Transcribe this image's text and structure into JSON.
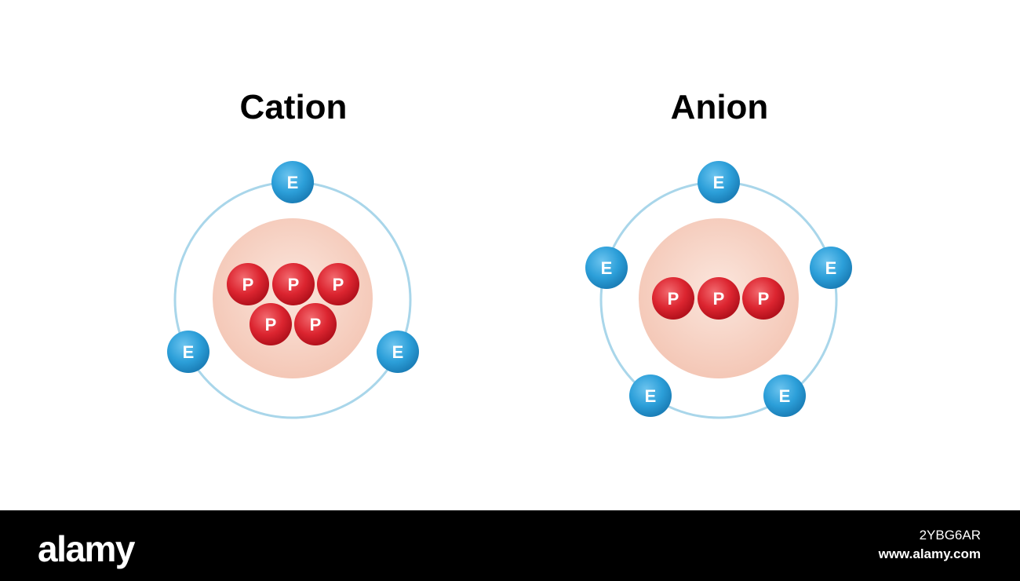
{
  "diagrams": [
    {
      "title": "Cation",
      "proton_label": "P",
      "electron_label": "E",
      "proton_count": 5,
      "electron_count": 3
    },
    {
      "title": "Anion",
      "proton_label": "P",
      "electron_label": "E",
      "proton_count": 3,
      "electron_count": 5
    }
  ],
  "colors": {
    "orbit": "#a9d6ea",
    "nucleus": "#f7d2c4",
    "proton": "#d8202c",
    "electron": "#2a9fd8",
    "label": "#ffffff",
    "footer": "#000000"
  },
  "footer": {
    "brand": "alamy",
    "image_id": "2YBG6AR",
    "site_url": "www.alamy.com"
  }
}
